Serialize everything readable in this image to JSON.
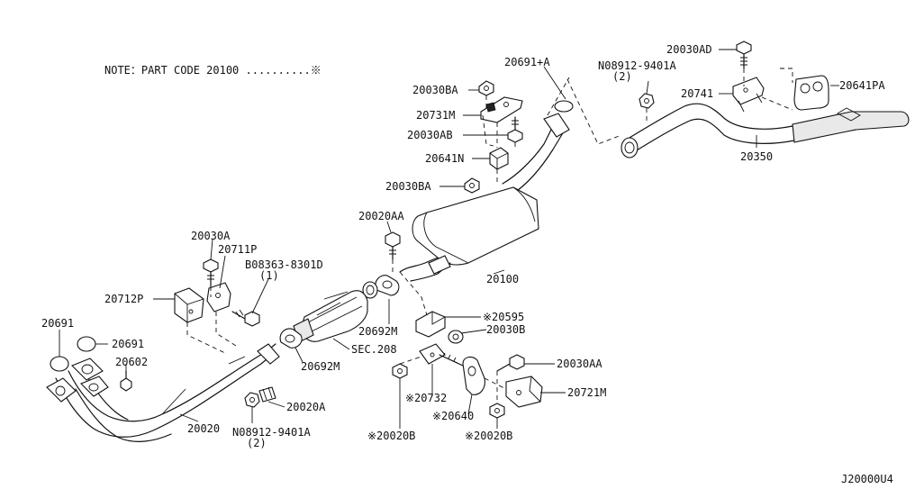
{
  "note": "NOTE：PART CODE 20100 ..........※",
  "drawing_code": "J20000U4",
  "labels": {
    "p20030AD": "20030AD",
    "p20691A": "20691+A",
    "n08912_top": "N08912-9401A",
    "n08912_top_qty": "(2)",
    "p20641PA": "20641PA",
    "p20030BA_top": "20030BA",
    "p20741": "20741",
    "p20731M": "20731M",
    "p20030AB": "20030AB",
    "p20350": "20350",
    "p20641N": "20641N",
    "p20030BA_mid": "20030BA",
    "p20020AA": "20020AA",
    "p20030A": "20030A",
    "p20711P": "20711P",
    "b08363": "B08363-8301D",
    "b08363_qty": "(1)",
    "p20100": "20100",
    "p20712P": "20712P",
    "p20595": "※20595",
    "p20691_left": "20691",
    "p20692M_mid": "20692M",
    "p20030B": "20030B",
    "p20691_right": "20691",
    "sec208": "SEC.208",
    "p20602": "20602",
    "p20692M_low": "20692M",
    "p20030AA": "20030AA",
    "p20721M": "20721M",
    "p20732": "※20732",
    "p20020A": "20020A",
    "p20640": "※20640",
    "p20020": "20020",
    "n08912_low": "N08912-9401A",
    "n08912_low_qty": "(2)",
    "p20020B_left": "※20020B",
    "p20020B_right": "※20020B"
  }
}
